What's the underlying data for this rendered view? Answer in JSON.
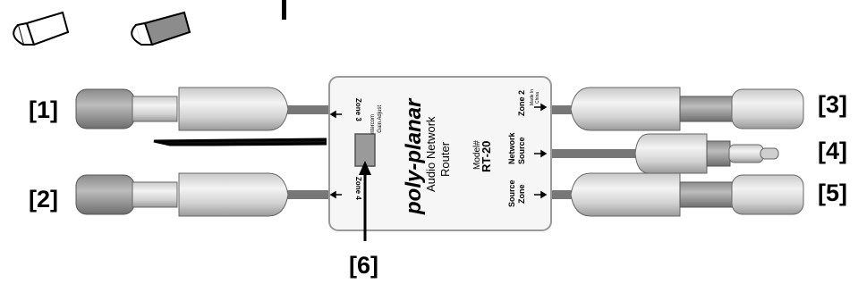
{
  "callouts": {
    "c1": "[1]",
    "c2": "[2]",
    "c3": "[3]",
    "c4": "[4]",
    "c5": "[5]",
    "c6": "[6]"
  },
  "router": {
    "brand": "poly-planar",
    "product_line1": "Audio Network",
    "product_line2": "Router",
    "model_label": "Model#",
    "model_value": "RT-20",
    "gain_line1": "Source Zone Intercom",
    "gain_line2": "Gain Adjust",
    "zone3": "Zone 3",
    "zone4": "Zone 4",
    "zone2": "Zone 2",
    "made_in1": "Made In",
    "made_in2": "China",
    "network_source1": "Network",
    "network_source2": "Source",
    "source_zone1": "Source",
    "source_zone2": "Zone"
  },
  "colors": {
    "housing": "#f4f4f4",
    "connector": "#d6d6d6",
    "connector_dark": "#8f8f8f",
    "cable": "#777777",
    "gain_control": "#999999"
  }
}
